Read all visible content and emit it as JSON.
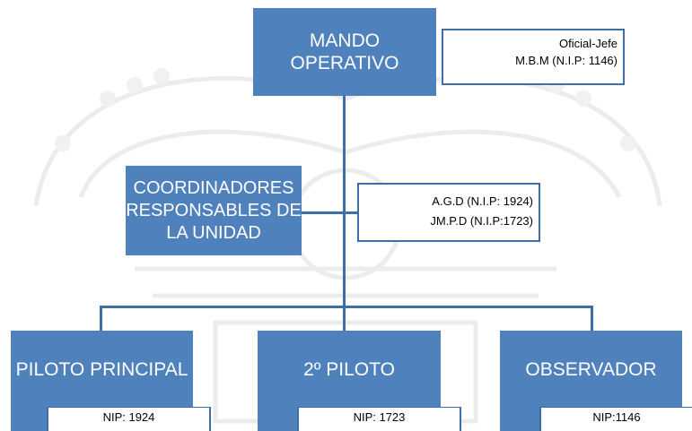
{
  "colors": {
    "box_fill": "#4f81bd",
    "line": "#3f6ea6",
    "watermark": "#ececec"
  },
  "mando": {
    "title_line1": "MANDO",
    "title_line2": "OPERATIVO",
    "info_line1": "Oficial-Jefe",
    "info_line2": "M.B.M (N.I.P: 1146)"
  },
  "coordinadores": {
    "title_line1": "COORDINADORES",
    "title_line2": "RESPONSABLES DE",
    "title_line3": "LA UNIDAD",
    "info_line1": "A.G.D (N.I.P: 1924)",
    "info_line2": "JM.P.D (N.I.P:1723)"
  },
  "roles": [
    {
      "title": "PILOTO PRINCIPAL",
      "nip": "NIP: 1924"
    },
    {
      "title": "2º PILOTO",
      "nip": "NIP: 1723"
    },
    {
      "title": "OBSERVADOR",
      "nip": "NIP:1146"
    }
  ]
}
